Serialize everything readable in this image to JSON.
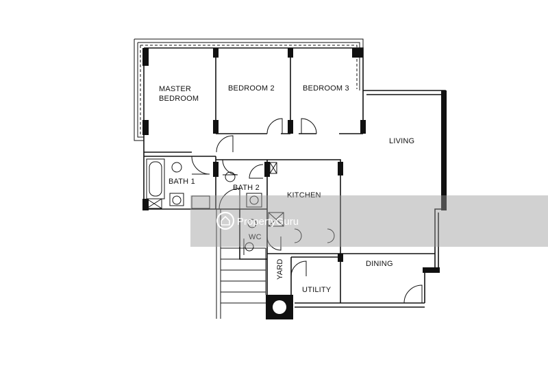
{
  "rooms": {
    "master_bedroom": [
      "MASTER",
      "BEDROOM"
    ],
    "bedroom_2": "BEDROOM 2",
    "bedroom_3": "BEDROOM 3",
    "living": "LIVING",
    "bath_1": "BATH 1",
    "bath_2": "BATH 2",
    "kitchen": "KITCHEN",
    "wc": "WC",
    "yard": "YARD",
    "dining": "DINING",
    "utility": "UTILITY"
  },
  "watermark": {
    "brand": "PropertyGuru"
  },
  "colors": {
    "ink": "#111111",
    "watermark_band": "#9a9a9a"
  }
}
